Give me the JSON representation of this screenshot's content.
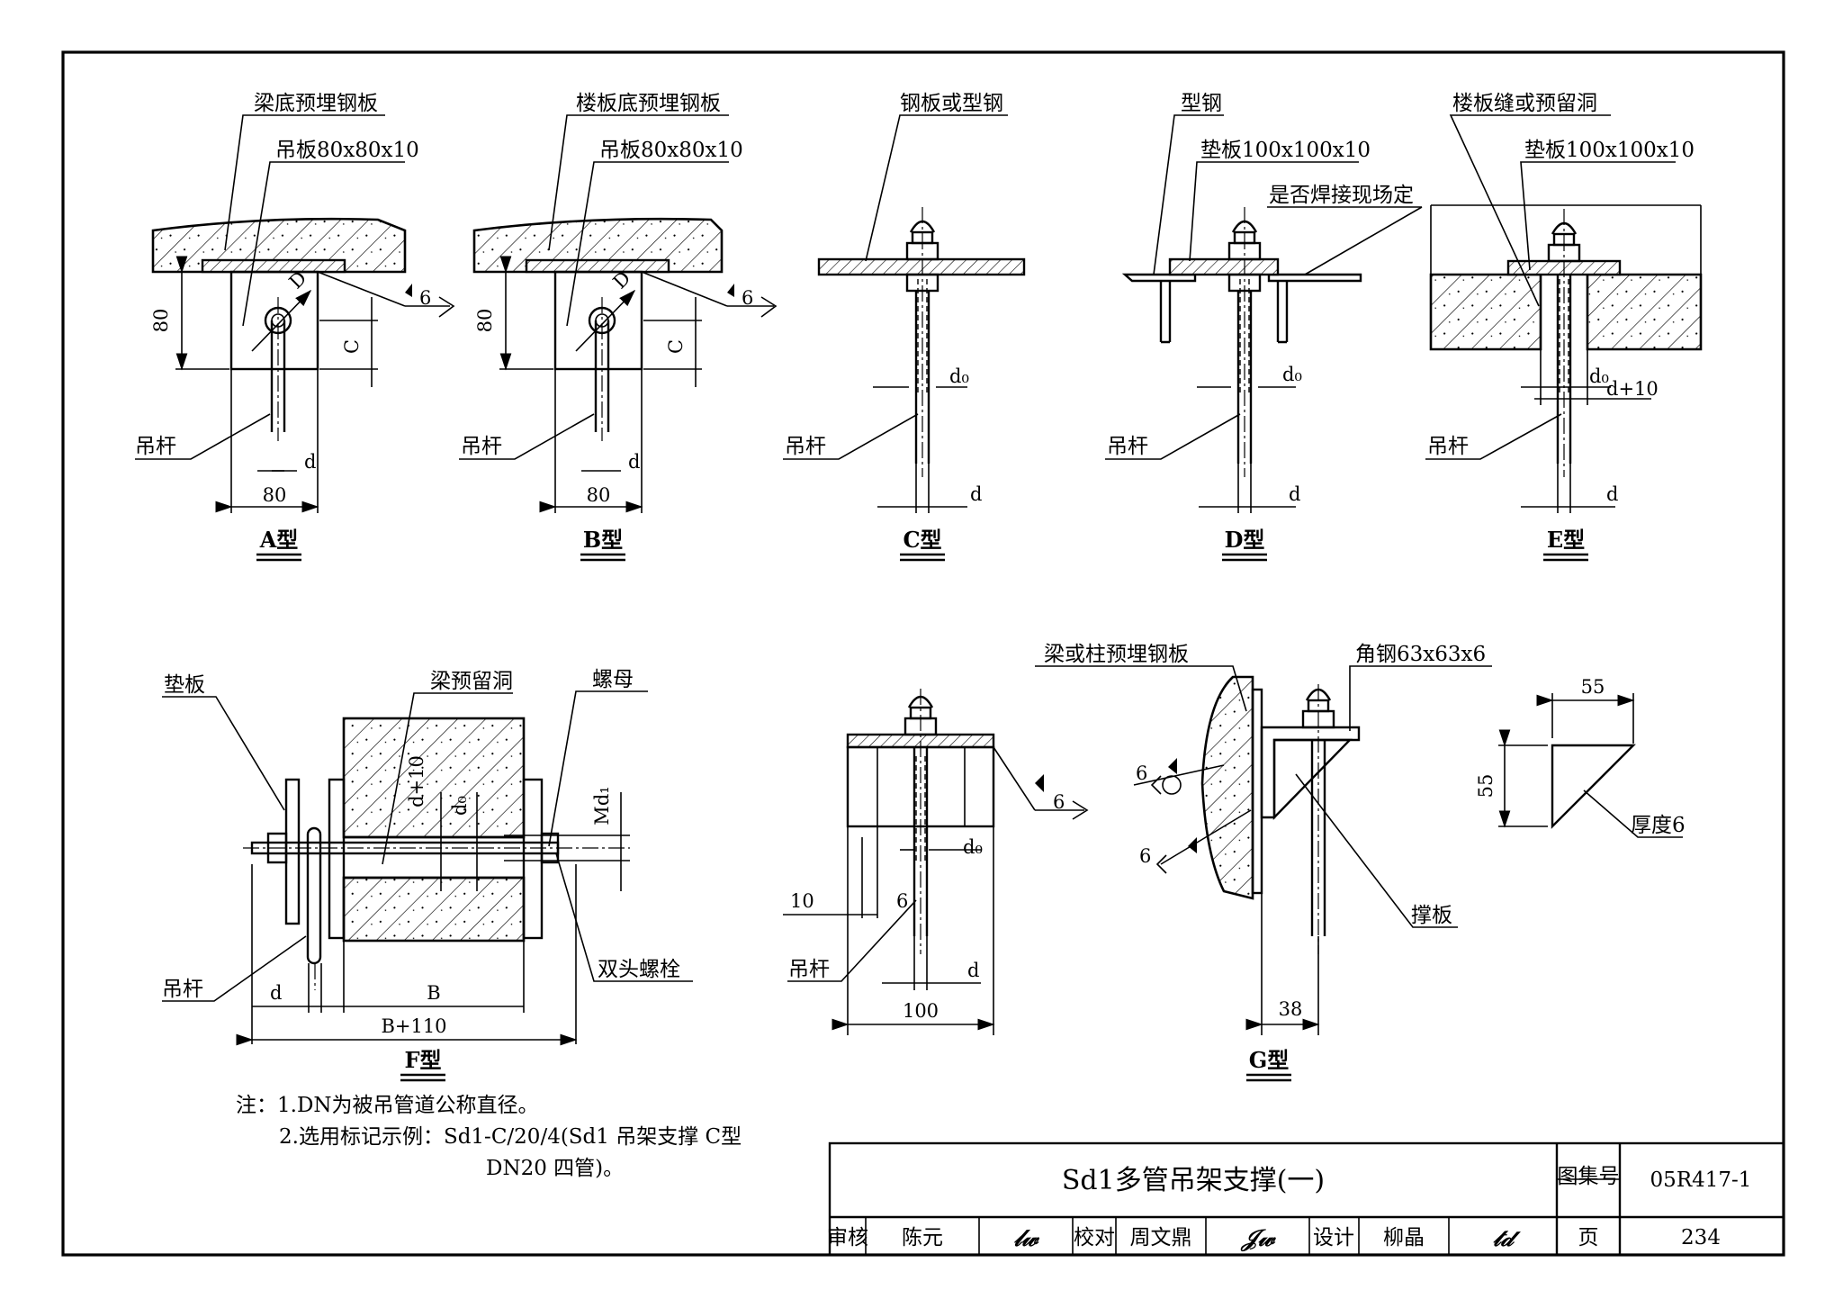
{
  "drawing": {
    "A": {
      "labels": [
        "梁底预埋钢板",
        "吊板80x80x10",
        "吊杆"
      ],
      "dims": [
        "80",
        "D",
        "C",
        "80",
        "d"
      ],
      "weld": "6",
      "type_label": "A型"
    },
    "B": {
      "labels": [
        "楼板底预埋钢板",
        "吊板80x80x10",
        "吊杆"
      ],
      "dims": [
        "80",
        "D",
        "C",
        "80",
        "d"
      ],
      "weld": "6",
      "type_label": "B型"
    },
    "C": {
      "labels": [
        "钢板或型钢",
        "吊杆"
      ],
      "dims": [
        "d₀",
        "d"
      ],
      "type_label": "C型"
    },
    "D": {
      "labels": [
        "型钢",
        "垫板100x100x10",
        "是否焊接现场定",
        "吊杆"
      ],
      "dims": [
        "d₀",
        "d"
      ],
      "type_label": "D型"
    },
    "E": {
      "labels": [
        "楼板缝或预留洞",
        "垫板100x100x10",
        "吊杆"
      ],
      "dims": [
        "d₀",
        "d+10",
        "d"
      ],
      "type_label": "E型"
    },
    "F": {
      "labels": [
        "垫板",
        "梁预留洞",
        "螺母",
        "吊杆",
        "双头螺栓"
      ],
      "dims": [
        "d+10",
        "d₀",
        "Md₁",
        "d",
        "B",
        "B+110"
      ],
      "type_label": "F型"
    },
    "Gleft": {
      "labels": [
        "吊杆"
      ],
      "dims": [
        "d₀",
        "10",
        "6",
        "d",
        "100"
      ],
      "weld": "6"
    },
    "G": {
      "labels": [
        "梁或柱预埋钢板",
        "角钢63x63x6",
        "撑板"
      ],
      "dims": [
        "38"
      ],
      "welds": [
        "6",
        "6"
      ],
      "type_label": "G型"
    },
    "brace": {
      "dims": [
        "55",
        "55"
      ],
      "label": "厚度6"
    }
  },
  "notes": {
    "line1": "注：1.DN为被吊管道公称直径。",
    "line2": "2.选用标记示例：Sd1-C/20/4(Sd1 吊架支撑 C型",
    "line3": "DN20 四管)。"
  },
  "title_block": {
    "title": "Sd1多管吊架支撑(一)",
    "atlas_label": "图集号",
    "atlas_no": "05R417-1",
    "review_label": "审核",
    "reviewer": "陈元",
    "check_label": "校对",
    "checker": "周文鼎",
    "design_label": "设计",
    "designer": "柳晶",
    "page_label": "页",
    "page_no": "234"
  }
}
